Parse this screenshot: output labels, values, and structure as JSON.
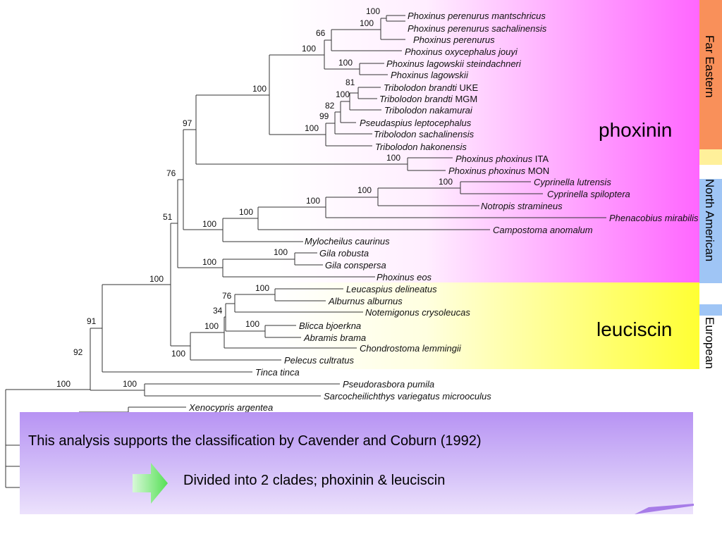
{
  "clades": {
    "phoxinin": "phoxinin",
    "leuciscin": "leuciscin"
  },
  "regions": {
    "far_eastern": "Far Eastern",
    "north_american": "North American",
    "european": "European"
  },
  "species": {
    "s01": "Phoxinus perenurus mantschricus",
    "s02": "Phoxinus perenurus sachalinensis",
    "s03": "Phoxinus perenurus",
    "s04": "Phoxinus oxycephalus jouyi",
    "s05": "Phoxinus lagowskii steindachneri",
    "s06": "Phoxinus lagowskii",
    "s07": "Tribolodon brandti",
    "s07_loc": "UKE",
    "s08": "Tribolodon brandti",
    "s08_loc": "MGM",
    "s09": "Tribolodon nakamurai",
    "s10": "Pseudaspius leptocephalus",
    "s11": "Tribolodon sachalinensis",
    "s12": "Tribolodon hakonensis",
    "s13": "Phoxinus phoxinus",
    "s13_loc": "ITA",
    "s14": "Phoxinus phoxinus",
    "s14_loc": "MON",
    "s15": "Cyprinella lutrensis",
    "s16": "Cyprinella spiloptera",
    "s17": "Notropis stramineus",
    "s18": "Phenacobius mirabilis",
    "s19": "Campostoma anomalum",
    "s20": "Mylocheilus caurinus",
    "s21": "Gila robusta",
    "s22": "Gila conspersa",
    "s23": "Phoxinus eos",
    "s24": "Leucaspius delineatus",
    "s25": "Alburnus alburnus",
    "s26": "Notemigonus crysoleucas",
    "s27": "Blicca bjoerkna",
    "s28": "Abramis brama",
    "s29": "Chondrostoma lemmingii",
    "s30": "Pelecus cultratus",
    "s31": "Tinca tinca",
    "s32": "Pseudorasbora pumila",
    "s33": "Sarcocheilichthys variegatus microoculus",
    "s34": "Xenocypris argentea"
  },
  "support": {
    "b01": "100",
    "b02": "100",
    "b03": "66",
    "b04": "100",
    "b05": "100",
    "b06": "100",
    "b07": "81",
    "b08": "100",
    "b09": "82",
    "b10": "99",
    "b11": "100",
    "b12": "97",
    "b13": "100",
    "b14": "76",
    "b15": "100",
    "b16": "100",
    "b17": "100",
    "b18": "100",
    "b19": "51",
    "b20": "100",
    "b21": "100",
    "b22": "100",
    "b23": "100",
    "b24": "76",
    "b25": "34",
    "b26": "100",
    "b27": "100",
    "b28": "100",
    "b29": "91",
    "b30": "100",
    "b31": "92",
    "b32": "100",
    "b33": "100"
  },
  "callout": {
    "line1": "This analysis supports the classification by Cavender and Coburn (1992)",
    "line2": "Divided into 2 clades; phoxinin & leuciscin"
  },
  "colors": {
    "phoxinin_band": "#ff66ff",
    "leuciscin_band": "#ffff33",
    "far_eastern": "#f9905a",
    "north_american": "#9fc5f5",
    "european": "#9fc5f5",
    "callout_top": "#b793f3",
    "arrow": "#66ee66"
  }
}
